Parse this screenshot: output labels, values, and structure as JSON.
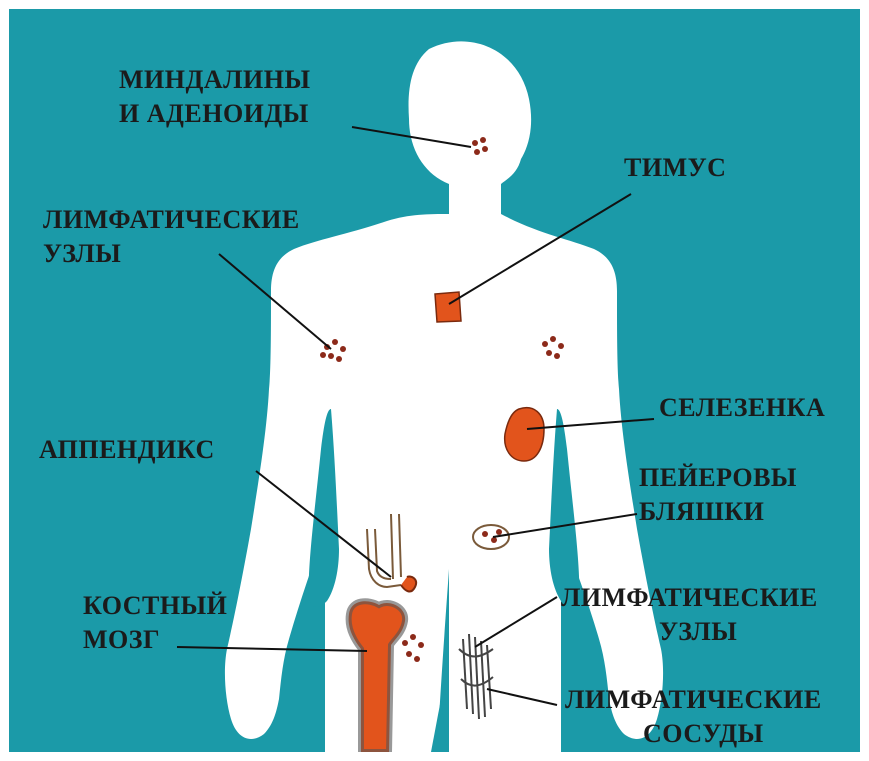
{
  "colors": {
    "background": "#1b9aa8",
    "body": "#ffffff",
    "organ": "#e2541c",
    "organ_outline": "#7a2a0e",
    "node_dot": "#8c2a1a",
    "line": "#111111",
    "text": "#1b1b1b"
  },
  "labels": {
    "tonsils": [
      "МИНДАЛИНЫ",
      "И АДЕНОИДЫ"
    ],
    "thymus": [
      "ТИМУС"
    ],
    "lymph_nodes_upper": [
      "ЛИМФАТИЧЕСКИЕ",
      "УЗЛЫ"
    ],
    "spleen": [
      "СЕЛЕЗЕНКА"
    ],
    "appendix": [
      "АППЕНДИКС"
    ],
    "peyer_patches": [
      "ПЕЙЕРОВЫ",
      "БЛЯШКИ"
    ],
    "bone_marrow": [
      "КОСТНЫЙ",
      "МОЗГ"
    ],
    "lymph_nodes_lower": [
      "ЛИМФАТИЧЕСКИЕ",
      "УЗЛЫ"
    ],
    "lymph_vessels": [
      "ЛИМФАТИЧЕСКИЕ",
      "СОСУДЫ"
    ]
  }
}
